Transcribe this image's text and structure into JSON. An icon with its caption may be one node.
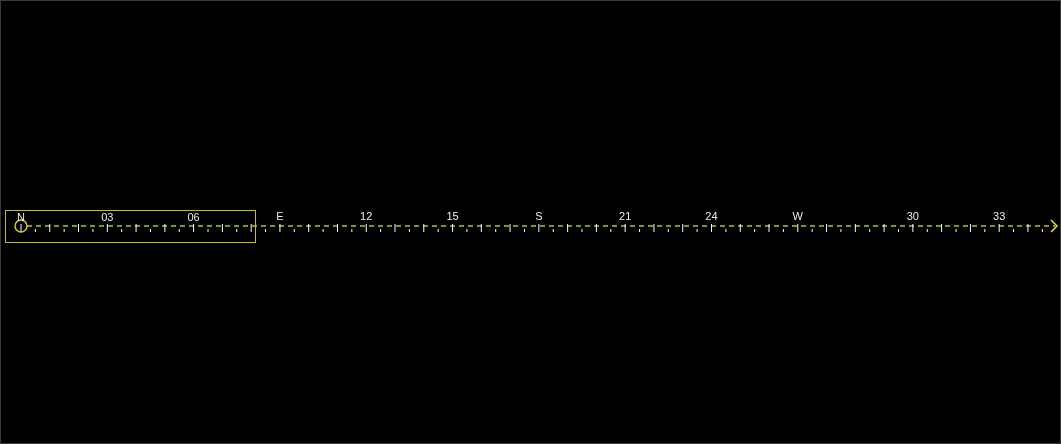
{
  "diagram": {
    "nodes": [
      {
        "text": [
          "N",
          "03",
          "06"
        ]
      }
    ],
    "labels": [
      "E",
      "12",
      "15",
      "S",
      "21",
      "24",
      "W",
      "30",
      "33"
    ]
  }
}
